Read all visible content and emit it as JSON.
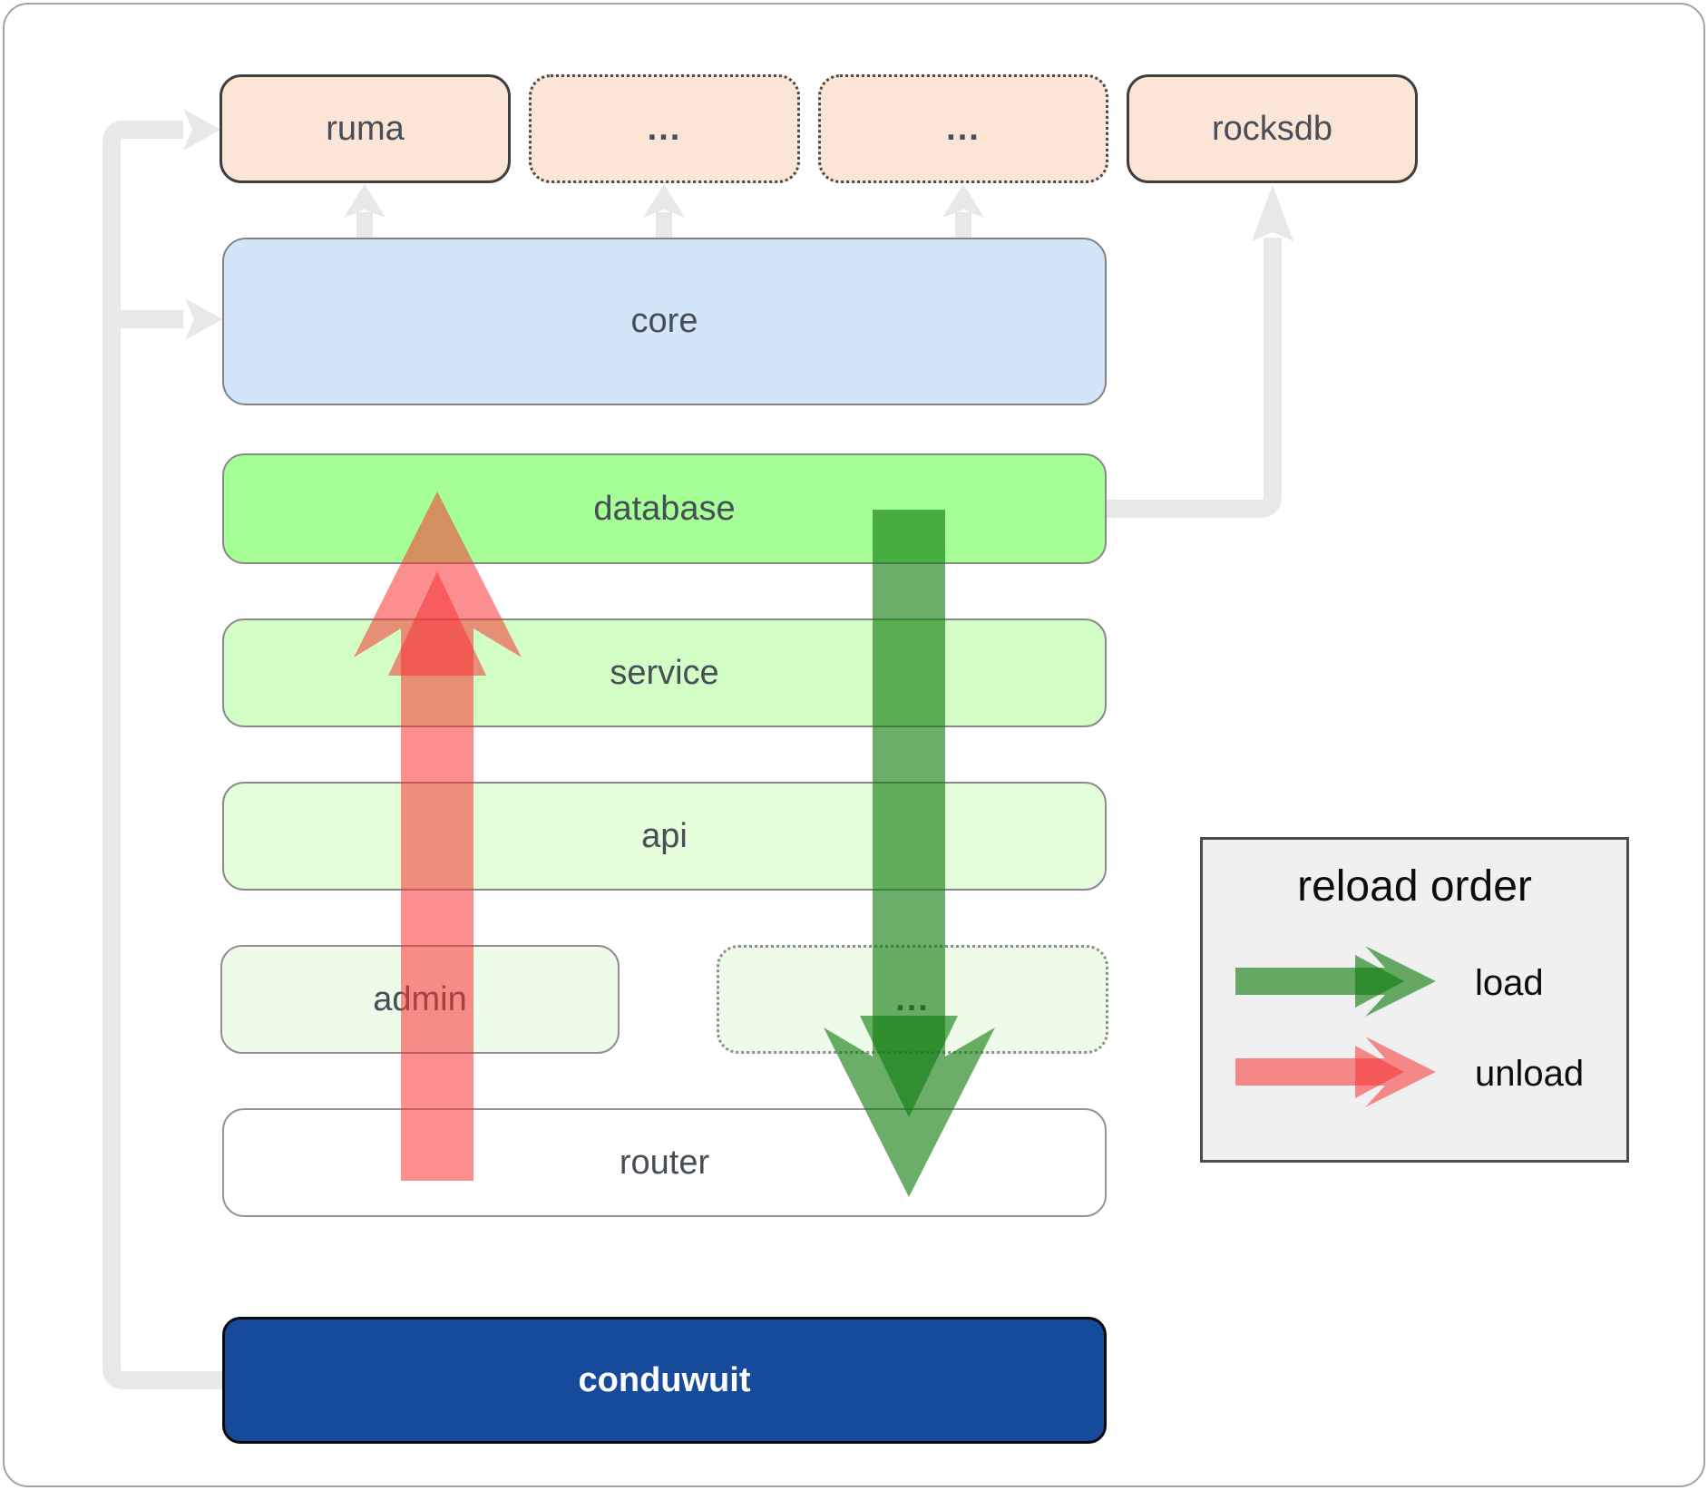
{
  "diagram": {
    "top_row": [
      {
        "label": "ruma",
        "style": "solid"
      },
      {
        "label": "...",
        "style": "dotted"
      },
      {
        "label": "...",
        "style": "dotted"
      },
      {
        "label": "rocksdb",
        "style": "solid"
      }
    ],
    "layers": [
      {
        "label": "core",
        "color": "#d3e5f8"
      },
      {
        "label": "database",
        "color": "#a6fe96"
      },
      {
        "label": "service",
        "color": "#d2fec5"
      },
      {
        "label": "api",
        "color": "#e4fdda"
      }
    ],
    "admin_row": [
      {
        "label": "admin",
        "style": "solid"
      },
      {
        "label": "...",
        "style": "dotted"
      }
    ],
    "router": {
      "label": "router"
    },
    "app": {
      "label": "conduwuit",
      "color": "#164a9b"
    },
    "legend": {
      "title": "reload order",
      "items": [
        {
          "label": "load",
          "color": "#0e7d0e"
        },
        {
          "label": "unload",
          "color": "#f73333"
        }
      ]
    },
    "connector_color": "#e8e8e8"
  }
}
